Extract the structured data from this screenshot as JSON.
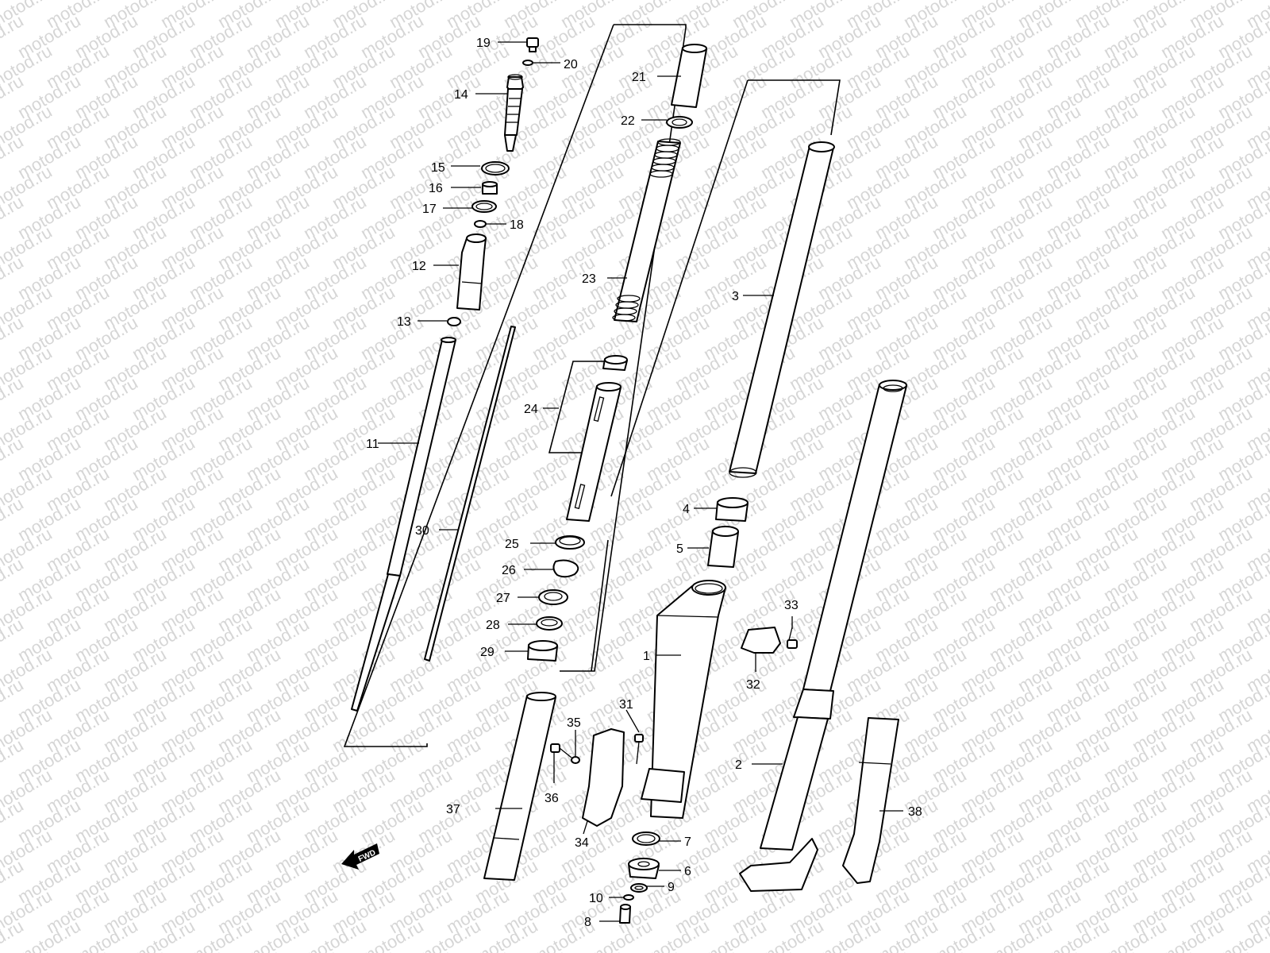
{
  "watermark": "motod.ru",
  "direction_label": "FWD",
  "callouts": {
    "c1": "1",
    "c2": "2",
    "c3": "3",
    "c4": "4",
    "c5": "5",
    "c6": "6",
    "c7": "7",
    "c8": "8",
    "c9": "9",
    "c10": "10",
    "c11": "11",
    "c12": "12",
    "c13": "13",
    "c14": "14",
    "c15": "15",
    "c16": "16",
    "c17": "17",
    "c18": "18",
    "c19": "19",
    "c20": "20",
    "c21": "21",
    "c22": "22",
    "c23": "23",
    "c24": "24",
    "c25": "25",
    "c26": "26",
    "c27": "27",
    "c28": "28",
    "c29": "29",
    "c30": "30",
    "c31": "31",
    "c32": "32",
    "c33": "33",
    "c34": "34",
    "c35": "35",
    "c36": "36",
    "c37": "37",
    "c38": "38"
  },
  "colors": {
    "line": "#000000",
    "watermark": "#d6d6d6",
    "background": "#ffffff"
  }
}
